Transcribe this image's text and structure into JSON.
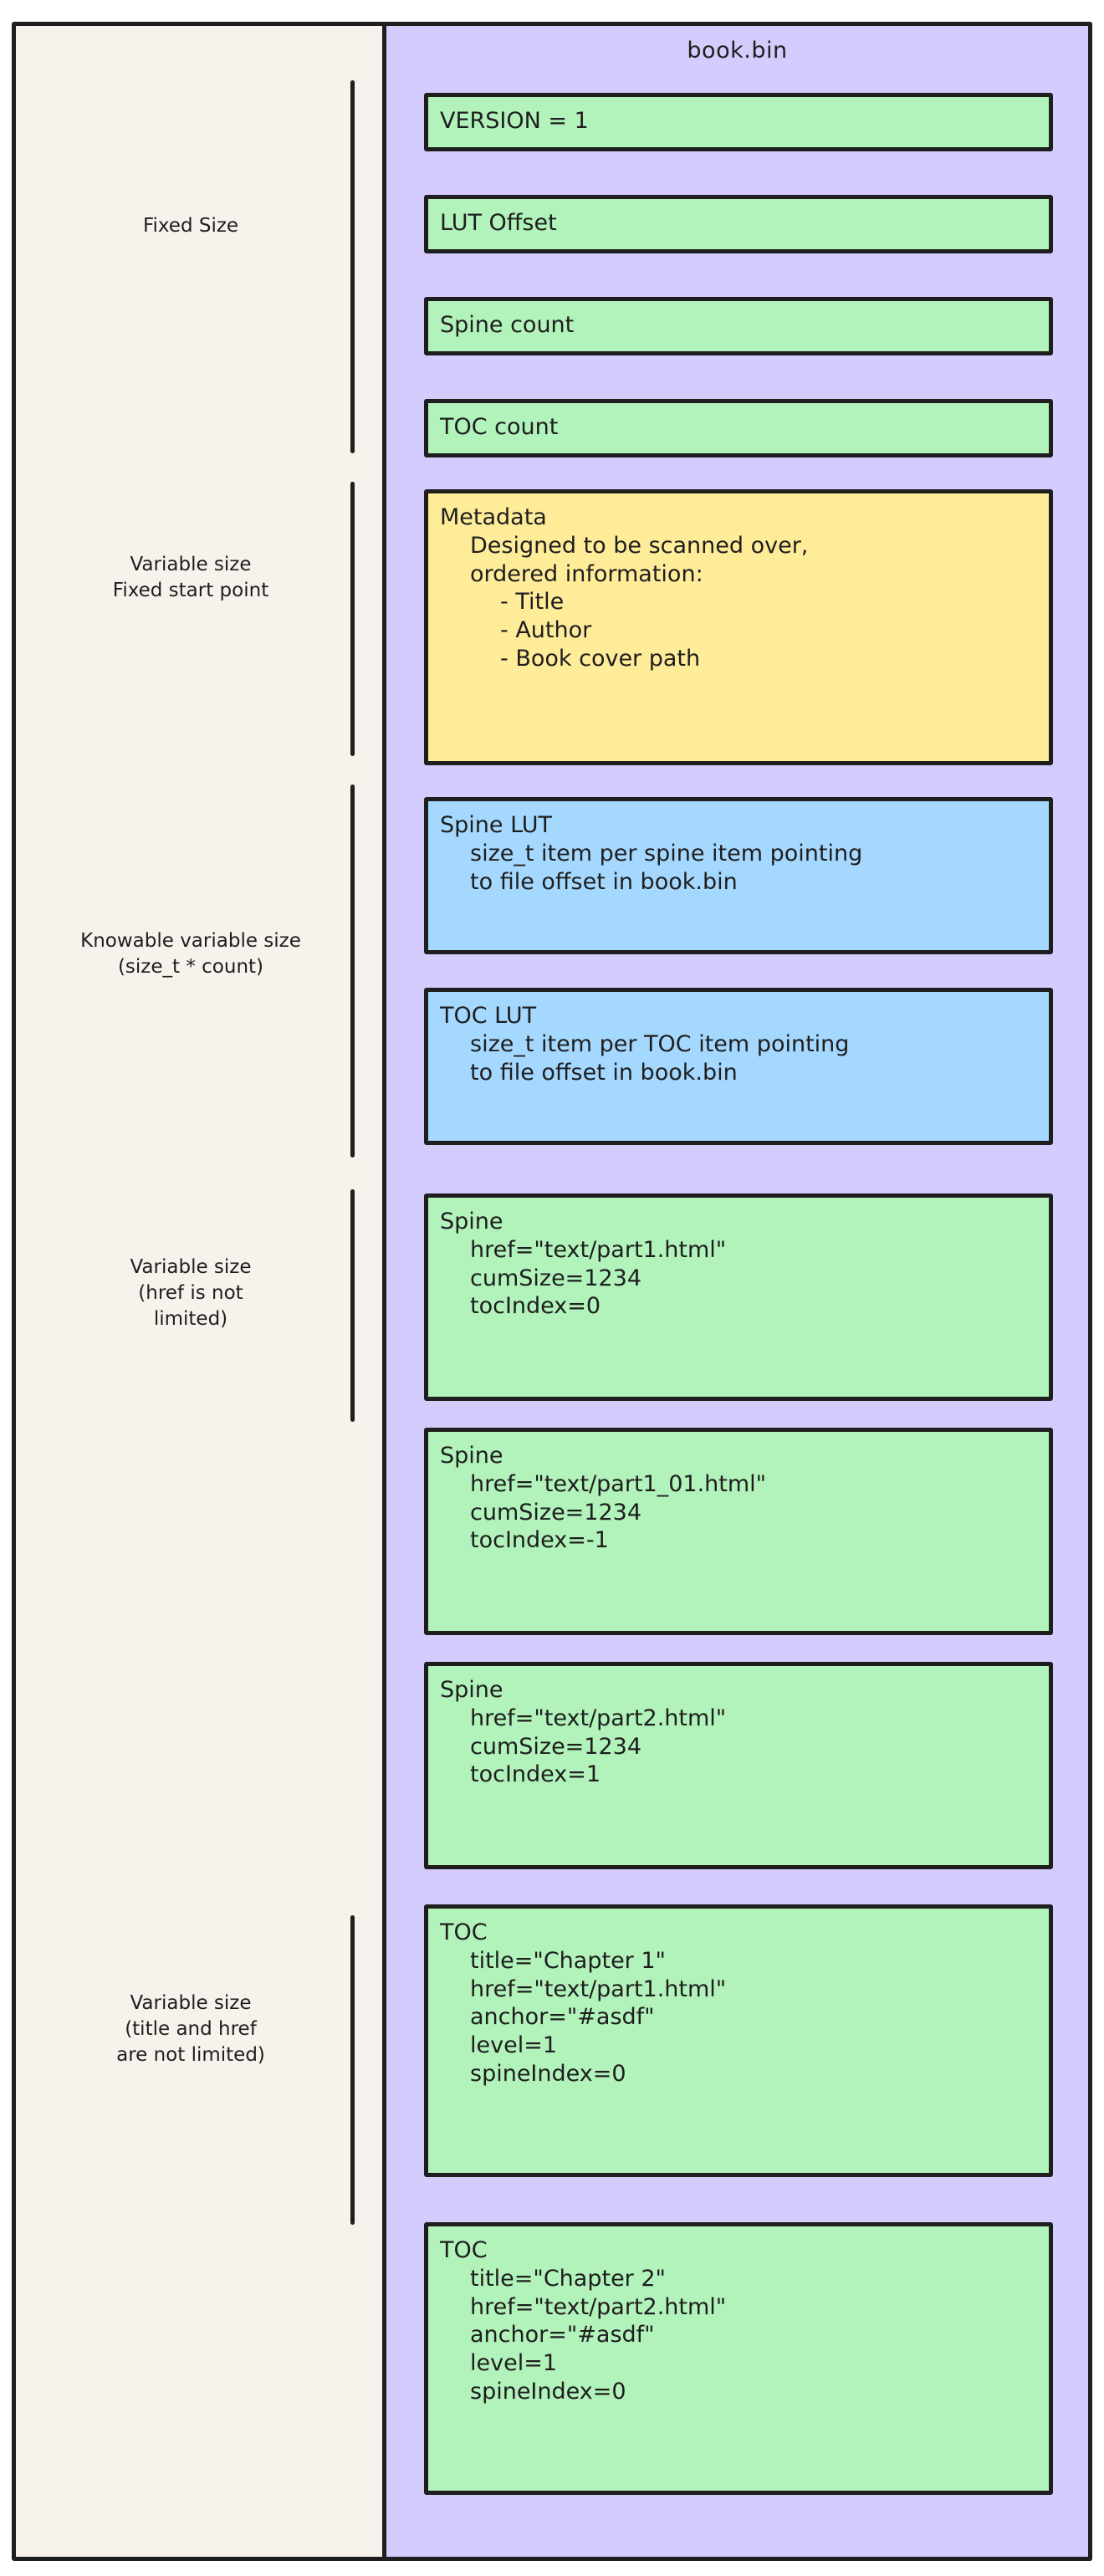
{
  "file": {
    "title": "book.bin",
    "container_color": "#d4ccfc",
    "page_background": "#f8f2ec"
  },
  "groups": [
    {
      "name": "fixed-size",
      "lines": [
        "Fixed Size"
      ]
    },
    {
      "name": "variable-size-fixed-start",
      "lines": [
        "Variable size",
        "Fixed start point"
      ]
    },
    {
      "name": "knowable-variable-size",
      "lines": [
        "Knowable variable size",
        "(size_t * count)"
      ]
    },
    {
      "name": "variable-size-href",
      "lines": [
        "Variable size",
        "(href is not",
        "limited)"
      ]
    },
    {
      "name": "variable-size-title-href",
      "lines": [
        "Variable size",
        "(title and href",
        "are not limited)"
      ]
    }
  ],
  "records": [
    {
      "name": "version",
      "color": "#b2f2bb",
      "lines": [
        {
          "text": "VERSION = 1",
          "indent": 0
        }
      ]
    },
    {
      "name": "lut-offset",
      "color": "#b2f2bb",
      "lines": [
        {
          "text": "LUT Offset",
          "indent": 0
        }
      ]
    },
    {
      "name": "spine-count",
      "color": "#b2f2bb",
      "lines": [
        {
          "text": "Spine count",
          "indent": 0
        }
      ]
    },
    {
      "name": "toc-count",
      "color": "#b2f2bb",
      "lines": [
        {
          "text": "TOC count",
          "indent": 0
        }
      ]
    },
    {
      "name": "metadata",
      "color": "#ffec99",
      "lines": [
        {
          "text": "Metadata",
          "indent": 0
        },
        {
          "text": "Designed to be scanned over,",
          "indent": 1
        },
        {
          "text": "ordered information:",
          "indent": 1
        },
        {
          "text": "- Title",
          "indent": 2
        },
        {
          "text": "- Author",
          "indent": 2
        },
        {
          "text": "- Book cover path",
          "indent": 2
        }
      ]
    },
    {
      "name": "spine-lut",
      "color": "#a5d8ff",
      "lines": [
        {
          "text": "Spine LUT",
          "indent": 0
        },
        {
          "text": "size_t item per spine item pointing",
          "indent": 1
        },
        {
          "text": "to file offset in book.bin",
          "indent": 1
        }
      ]
    },
    {
      "name": "toc-lut",
      "color": "#a5d8ff",
      "lines": [
        {
          "text": "TOC LUT",
          "indent": 0
        },
        {
          "text": "size_t item per TOC item pointing",
          "indent": 1
        },
        {
          "text": "to file offset in book.bin",
          "indent": 1
        }
      ]
    },
    {
      "name": "spine-1",
      "color": "#b2f2bb",
      "lines": [
        {
          "text": "Spine",
          "indent": 0
        },
        {
          "text": "href=\"text/part1.html\"",
          "indent": 1
        },
        {
          "text": "cumSize=1234",
          "indent": 1
        },
        {
          "text": "tocIndex=0",
          "indent": 1
        }
      ]
    },
    {
      "name": "spine-2",
      "color": "#b2f2bb",
      "lines": [
        {
          "text": "Spine",
          "indent": 0
        },
        {
          "text": "href=\"text/part1_01.html\"",
          "indent": 1
        },
        {
          "text": "cumSize=1234",
          "indent": 1
        },
        {
          "text": "tocIndex=-1",
          "indent": 1
        }
      ]
    },
    {
      "name": "spine-3",
      "color": "#b2f2bb",
      "lines": [
        {
          "text": "Spine",
          "indent": 0
        },
        {
          "text": "href=\"text/part2.html\"",
          "indent": 1
        },
        {
          "text": "cumSize=1234",
          "indent": 1
        },
        {
          "text": "tocIndex=1",
          "indent": 1
        }
      ]
    },
    {
      "name": "toc-1",
      "color": "#b2f2bb",
      "lines": [
        {
          "text": "TOC",
          "indent": 0
        },
        {
          "text": "title=\"Chapter 1\"",
          "indent": 1
        },
        {
          "text": "href=\"text/part1.html\"",
          "indent": 1
        },
        {
          "text": "anchor=\"#asdf\"",
          "indent": 1
        },
        {
          "text": "level=1",
          "indent": 1
        },
        {
          "text": "spineIndex=0",
          "indent": 1
        }
      ]
    },
    {
      "name": "toc-2",
      "color": "#b2f2bb",
      "lines": [
        {
          "text": "TOC",
          "indent": 0
        },
        {
          "text": "title=\"Chapter 2\"",
          "indent": 1
        },
        {
          "text": "href=\"text/part2.html\"",
          "indent": 1
        },
        {
          "text": "anchor=\"#asdf\"",
          "indent": 1
        },
        {
          "text": "level=1",
          "indent": 1
        },
        {
          "text": "spineIndex=0",
          "indent": 1
        }
      ]
    }
  ]
}
